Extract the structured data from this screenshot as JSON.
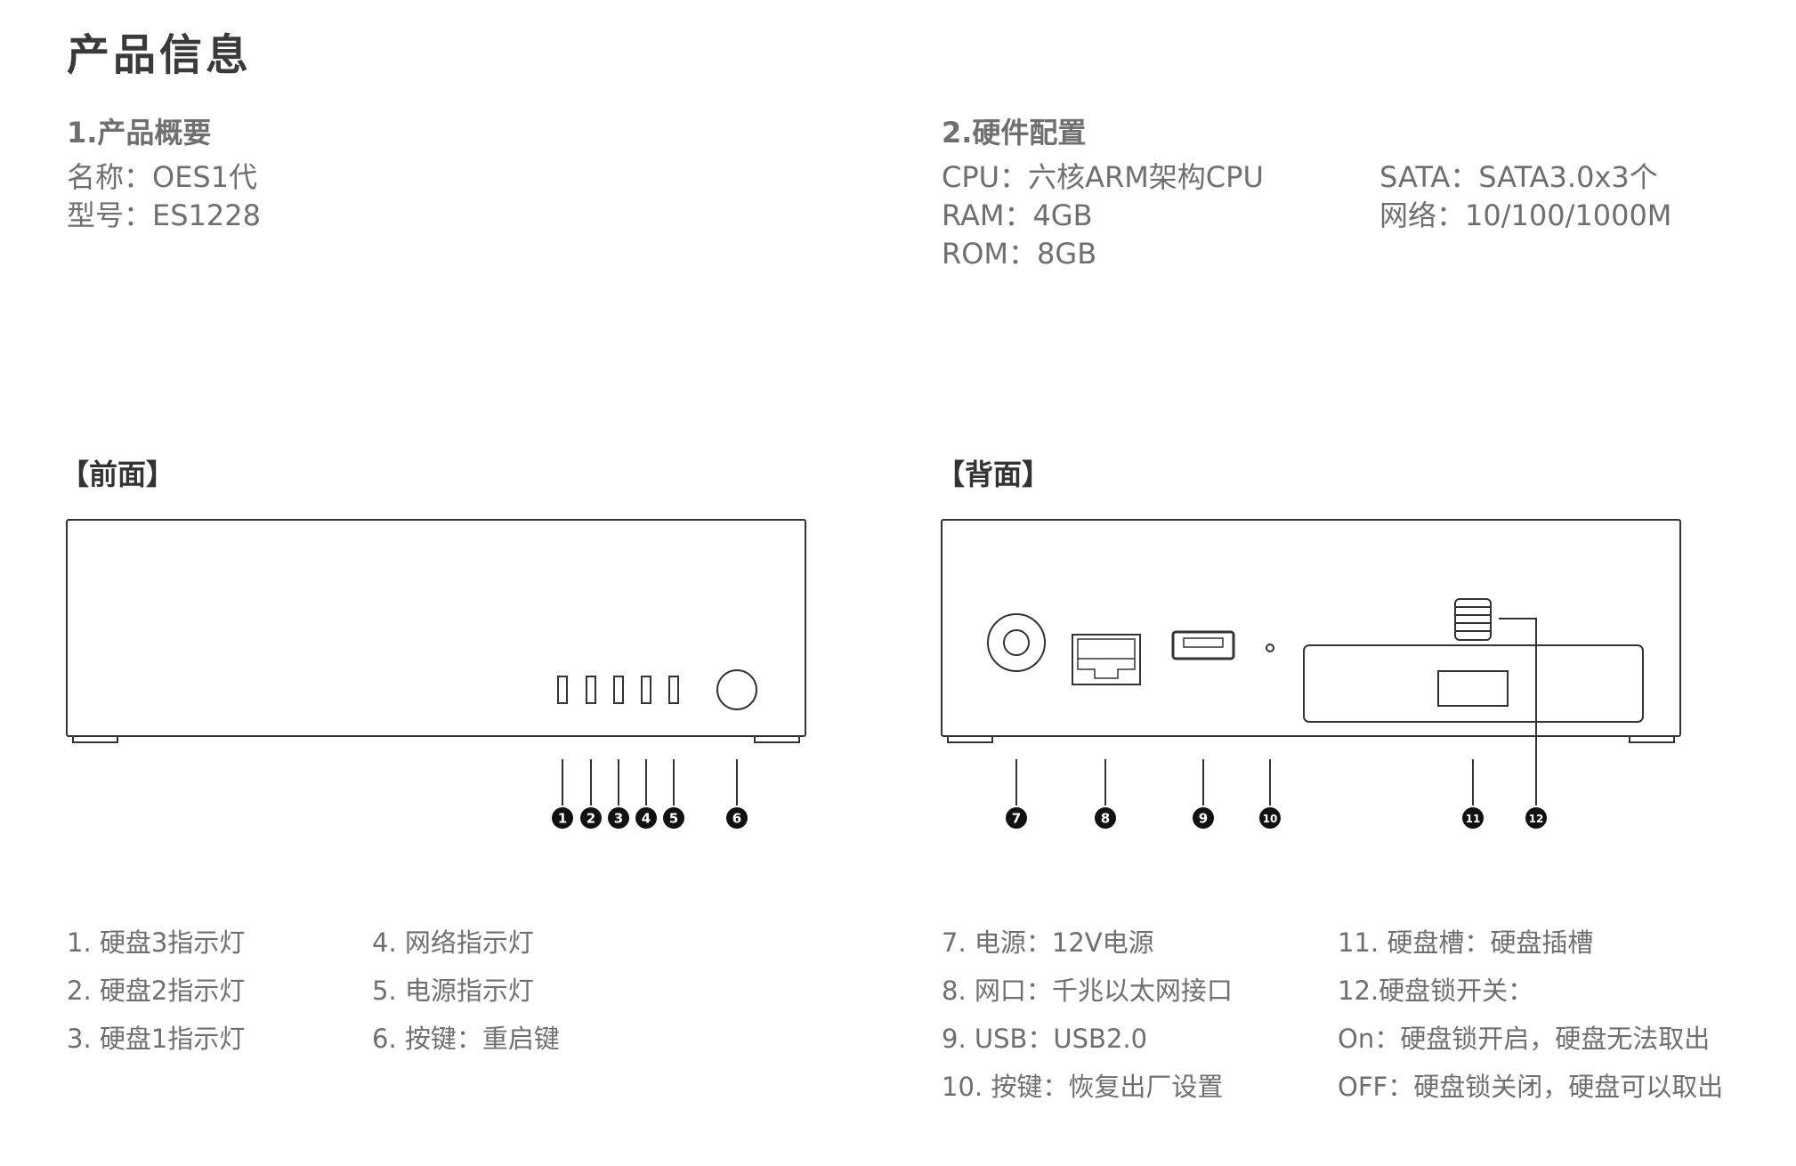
{
  "page_title": "产品信息",
  "overview": {
    "heading": "1.产品概要",
    "lines": [
      "名称：OES1代",
      "型号：ES1228"
    ]
  },
  "hardware": {
    "heading": "2.硬件配置",
    "col1": [
      "CPU：六核ARM架构CPU",
      "RAM：4GB",
      "ROM：8GB"
    ],
    "col2": [
      "SATA：SATA3.0x3个",
      "网络：10/100/1000M"
    ]
  },
  "front": {
    "heading": "【前面】",
    "callouts": [
      "1",
      "2",
      "3",
      "4",
      "5",
      "6"
    ],
    "legend_col1": [
      "1. 硬盘3指示灯",
      "2. 硬盘2指示灯",
      "3. 硬盘1指示灯"
    ],
    "legend_col2": [
      "4. 网络指示灯",
      "5. 电源指示灯",
      "6. 按键：重启键"
    ]
  },
  "back": {
    "heading": "【背面】",
    "callouts": [
      "7",
      "8",
      "9",
      "10",
      "11",
      "12"
    ],
    "legend_col1": [
      "7. 电源：12V电源",
      "8. 网口：千兆以太网接口",
      "9. USB：USB2.0",
      "10. 按键：恢复出厂设置"
    ],
    "legend_col2": [
      "11. 硬盘槽：硬盘插槽",
      "12.硬盘锁开关：",
      "On：硬盘锁开启，硬盘无法取出",
      "OFF：硬盘锁关闭，硬盘可以取出"
    ]
  },
  "colors": {
    "line": "#333333",
    "text": "#6f6f6f",
    "title": "#3a3a3a"
  }
}
